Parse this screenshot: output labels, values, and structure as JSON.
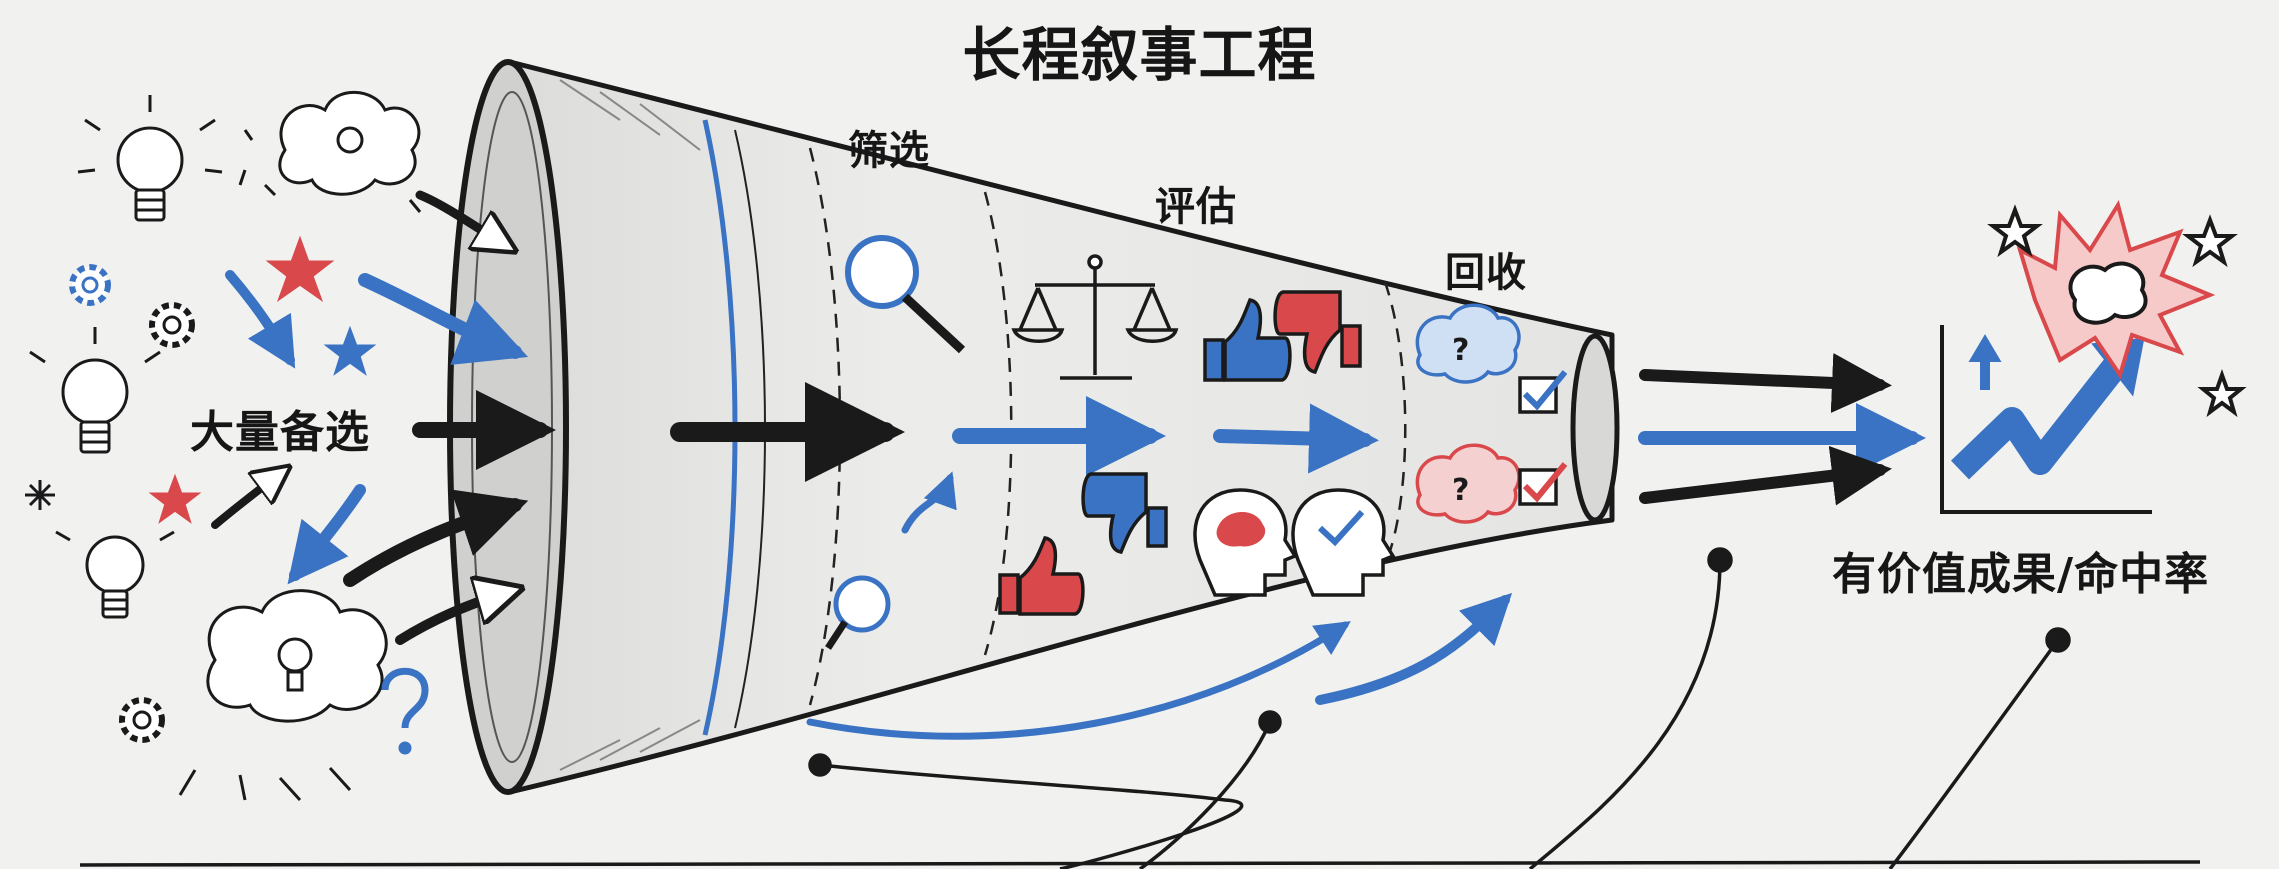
{
  "title": "长程叙事工程",
  "stages": {
    "input": "大量备选",
    "filter": "筛选",
    "evaluate": "评估",
    "recall": "回收",
    "output": "有价值成果/命中率"
  },
  "icons": {
    "input": [
      "lightbulb-icon",
      "thought-cloud-icon",
      "gear-icon",
      "star-icon",
      "question-mark-icon"
    ],
    "filter": [
      "magnifier-icon"
    ],
    "evaluate": [
      "balance-scale-icon",
      "thumbs-up-icon",
      "thumbs-down-icon",
      "brain-head-icon",
      "check-head-icon"
    ],
    "recall": [
      "brain-icon",
      "checkbox-icon"
    ],
    "output": [
      "rising-chart-icon",
      "explosion-icon",
      "star-icon"
    ]
  },
  "colors": {
    "ink": "#1a1a1a",
    "blue": "#3a73c4",
    "red": "#d9484b",
    "funnel_fill": "#e9e9e7",
    "background": "#f1f1ef"
  }
}
